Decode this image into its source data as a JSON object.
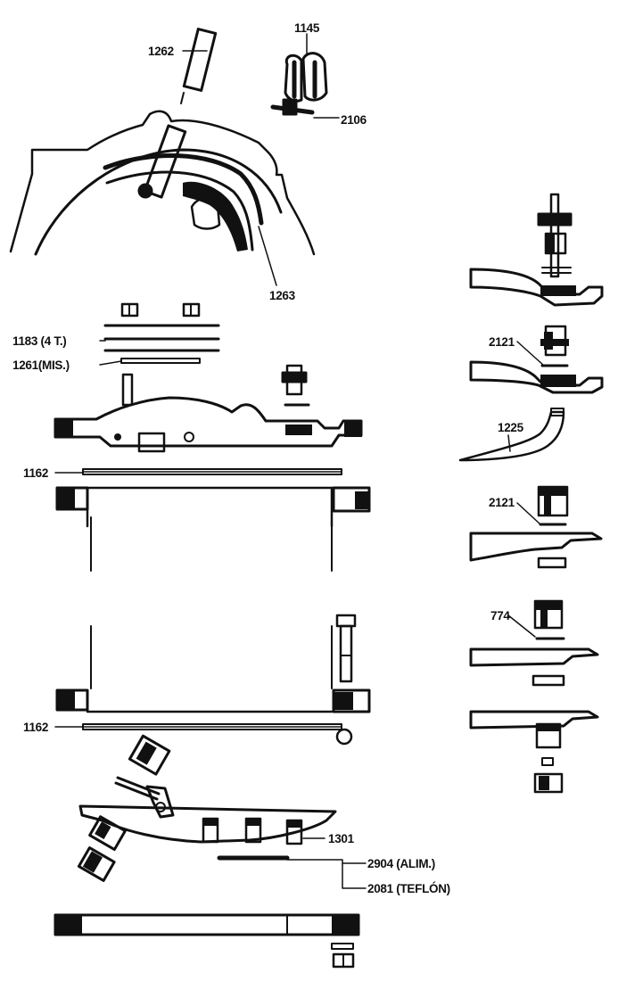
{
  "colors": {
    "ink": "#111111",
    "paper": "#ffffff"
  },
  "labels": {
    "p1145": "1145",
    "p1262": "1262",
    "p2106": "2106",
    "p1263": "1263",
    "p1183": "1183 (4 T.)",
    "p1261": "1261(MIS.)",
    "p1162_top": "1162",
    "p1162_bottom": "1162",
    "p1301": "1301",
    "p2904": "2904 (ALIM.)",
    "p2081": "2081 (TEFLÓN)",
    "p2121_a": "2121",
    "p1225": "1225",
    "p2121_b": "2121",
    "p774": "774"
  }
}
